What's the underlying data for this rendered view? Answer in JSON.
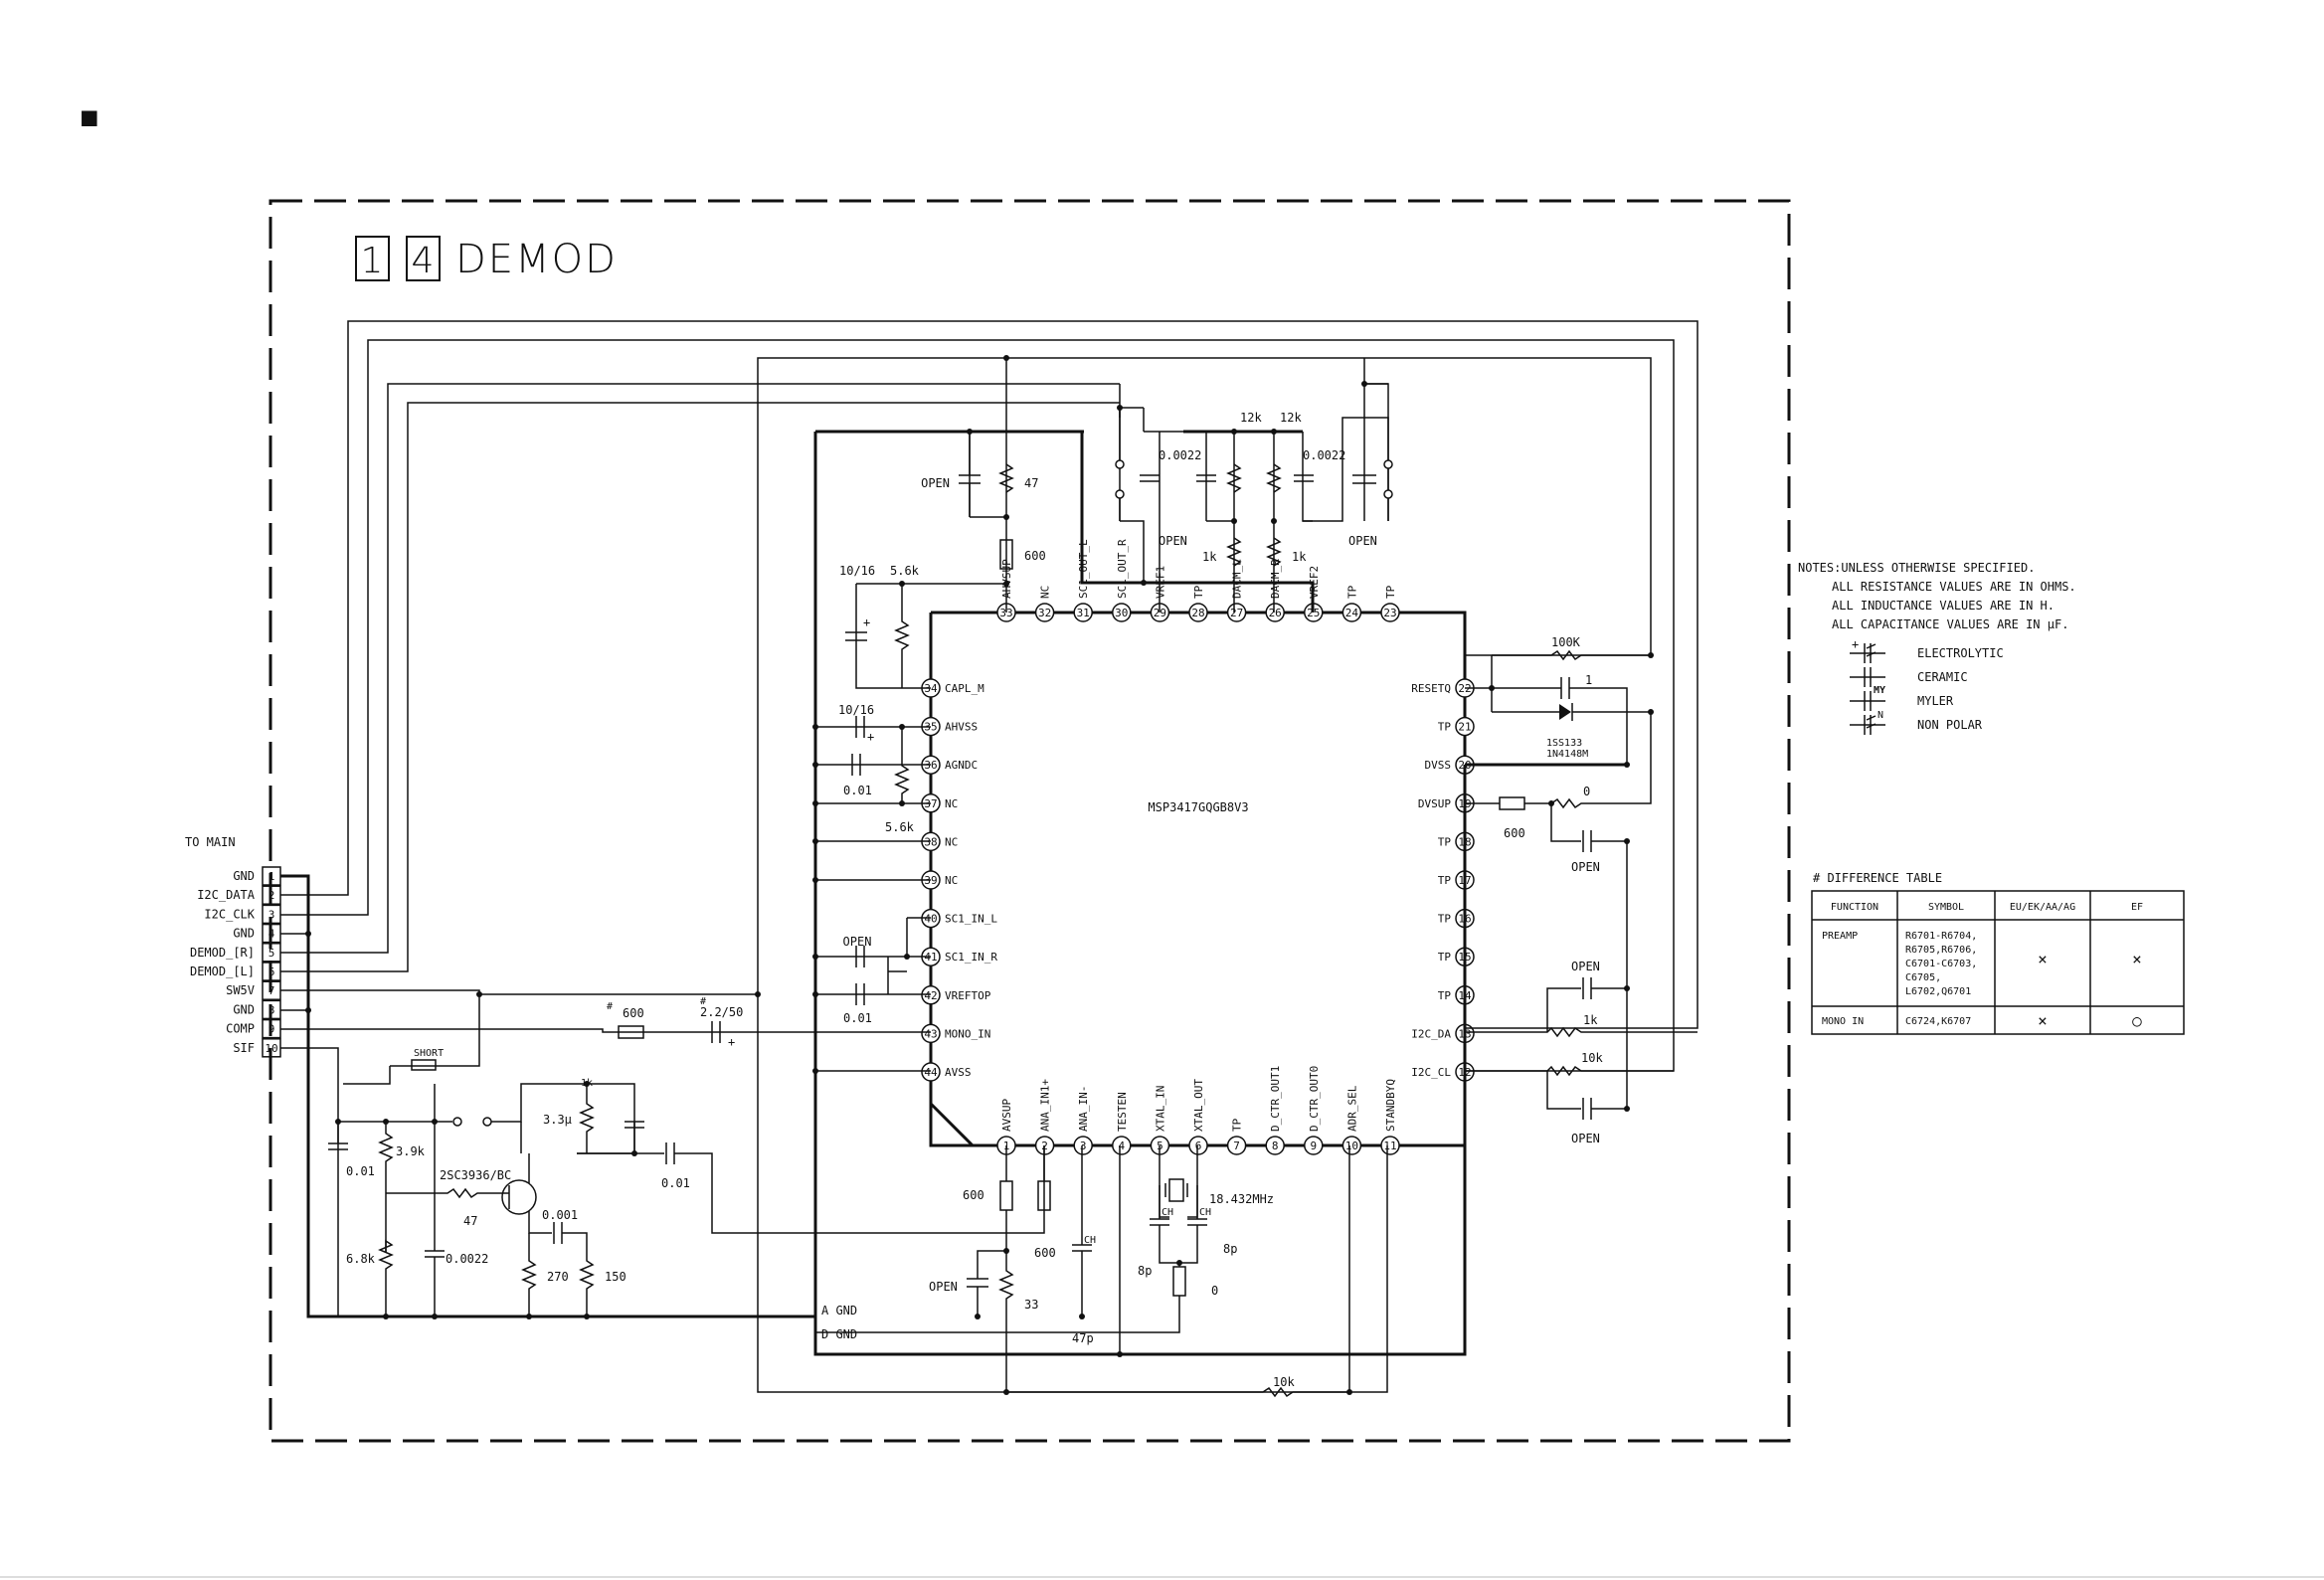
{
  "page": {
    "section_marker": "■"
  },
  "block": {
    "digits": [
      "1",
      "4"
    ],
    "title": "DEMOD"
  },
  "connector": {
    "title": "TO MAIN",
    "pins": [
      {
        "n": "1",
        "label": "GND"
      },
      {
        "n": "2",
        "label": "I2C_DATA"
      },
      {
        "n": "3",
        "label": "I2C_CLK"
      },
      {
        "n": "4",
        "label": "GND"
      },
      {
        "n": "5",
        "label": "DEMOD_[R]"
      },
      {
        "n": "6",
        "label": "DEMOD_[L]"
      },
      {
        "n": "7",
        "label": "SW5V"
      },
      {
        "n": "8",
        "label": "GND"
      },
      {
        "n": "9",
        "label": "COMP"
      },
      {
        "n": "10",
        "label": "SIF"
      }
    ]
  },
  "ic": {
    "part": "MSP3417GQGB8V3",
    "ground_labels": [
      "A GND",
      "D GND"
    ],
    "pins_top": [
      {
        "n": "33",
        "name": "AHVSUP"
      },
      {
        "n": "32",
        "name": "NC"
      },
      {
        "n": "31",
        "name": "SC1_OUT_L"
      },
      {
        "n": "30",
        "name": "SC1_OUT_R"
      },
      {
        "n": "29",
        "name": "VREF1"
      },
      {
        "n": "28",
        "name": "TP"
      },
      {
        "n": "27",
        "name": "DACM_L"
      },
      {
        "n": "26",
        "name": "DACM_R"
      },
      {
        "n": "25",
        "name": "VREF2"
      },
      {
        "n": "24",
        "name": "TP"
      },
      {
        "n": "23",
        "name": "TP"
      }
    ],
    "pins_left": [
      {
        "n": "34",
        "name": "CAPL_M"
      },
      {
        "n": "35",
        "name": "AHVSS"
      },
      {
        "n": "36",
        "name": "AGNDC"
      },
      {
        "n": "37",
        "name": "NC"
      },
      {
        "n": "38",
        "name": "NC"
      },
      {
        "n": "39",
        "name": "NC"
      },
      {
        "n": "40",
        "name": "SC1_IN_L"
      },
      {
        "n": "41",
        "name": "SC1_IN_R"
      },
      {
        "n": "42",
        "name": "VREFTOP"
      },
      {
        "n": "43",
        "name": "MONO_IN"
      },
      {
        "n": "44",
        "name": "AVSS"
      }
    ],
    "pins_right": [
      {
        "n": "22",
        "name": "RESETQ"
      },
      {
        "n": "21",
        "name": "TP"
      },
      {
        "n": "20",
        "name": "DVSS"
      },
      {
        "n": "19",
        "name": "DVSUP"
      },
      {
        "n": "18",
        "name": "TP"
      },
      {
        "n": "17",
        "name": "TP"
      },
      {
        "n": "16",
        "name": "TP"
      },
      {
        "n": "15",
        "name": "TP"
      },
      {
        "n": "14",
        "name": "TP"
      },
      {
        "n": "13",
        "name": "I2C_DA"
      },
      {
        "n": "12",
        "name": "I2C_CL"
      }
    ],
    "pins_bottom": [
      {
        "n": "1",
        "name": "AVSUP"
      },
      {
        "n": "2",
        "name": "ANA_IN1+"
      },
      {
        "n": "3",
        "name": "ANA_IN-"
      },
      {
        "n": "4",
        "name": "TESTEN"
      },
      {
        "n": "5",
        "name": "XTAL_IN"
      },
      {
        "n": "6",
        "name": "XTAL_OUT"
      },
      {
        "n": "7",
        "name": "TP"
      },
      {
        "n": "8",
        "name": "D_CTR_OUT1"
      },
      {
        "n": "9",
        "name": "D_CTR_OUT0"
      },
      {
        "n": "10",
        "name": "ADR_SEL"
      },
      {
        "n": "11",
        "name": "STANDBYQ"
      }
    ]
  },
  "parts": {
    "open_cap_top": "OPEN",
    "r47_top": "47",
    "l600_top": "600",
    "c1016_a": "10/16",
    "r56k_a": "5.6k",
    "c1016_b": "10/16",
    "c001_a": "0.01",
    "r56k_b": "5.6k",
    "open_42": "OPEN",
    "c001_42": "0.01",
    "c0022_l": "0.0022",
    "open_l": "OPEN",
    "r12k_l": "12k",
    "r12k_r": "12k",
    "r1k_l": "1k",
    "r1k_r": "1k",
    "c0022_r": "0.0022",
    "open_r": "OPEN",
    "r100k": "100K",
    "c1_reset": "1",
    "diode": "1SS133",
    "diode2": "1N4148M",
    "l600_dvsup": "600",
    "r0_dvsup": "0",
    "open_dvsup": "OPEN",
    "open_13": "OPEN",
    "r1k_13": "1k",
    "r10k_12": "10k",
    "open_12": "OPEN",
    "l600_mono": "600",
    "c22_50": "2.2/50",
    "short": "SHORT",
    "l33": "3.3μ",
    "r1k_t": "1k",
    "c001_s": "0.01",
    "r39k": "3.9k",
    "transistor": "2SC3936/BC",
    "r47_t": "47",
    "c0001": "0.001",
    "c001_out": "0.01",
    "r68k": "6.8k",
    "c0022_s": "0.0022",
    "r270": "270",
    "r150": "150",
    "l600_b1": "600",
    "l600_b2": "600",
    "open_b": "OPEN",
    "r33_b": "33",
    "ch1": "CH",
    "ch2": "CH",
    "ch3": "CH",
    "c47p": "47p",
    "xtal": "18.432MHz",
    "c8p_l": "8p",
    "c8p_r": "8p",
    "r0_b": "0",
    "r10k_b": "10k",
    "hash": "#",
    "plus": "+"
  },
  "notes": {
    "lines": [
      "NOTES:UNLESS OTHERWISE SPECIFIED.",
      "ALL RESISTANCE VALUES ARE IN OHMS.",
      "ALL INDUCTANCE VALUES ARE IN H.",
      "ALL CAPACITANCE VALUES ARE IN μF."
    ],
    "legend": [
      "ELECTROLYTIC",
      "CERAMIC",
      "MYLER",
      "NON POLAR"
    ],
    "myler_tag": "MY",
    "np_tag": "N"
  },
  "diff_table": {
    "title": "# DIFFERENCE TABLE",
    "headers": [
      "FUNCTION",
      "SYMBOL",
      "EU/EK/AA/AG",
      "EF"
    ],
    "rows": [
      {
        "function": "PREAMP",
        "symbol_lines": [
          "R6701-R6704,",
          "R6705,R6706,",
          "C6701-C6703,",
          "C6705,",
          "L6702,Q6701"
        ],
        "eu": "×",
        "ef": "×"
      },
      {
        "function": "MONO IN",
        "symbol_lines": [
          "C6724,K6707"
        ],
        "eu": "×",
        "ef": "○"
      }
    ]
  }
}
